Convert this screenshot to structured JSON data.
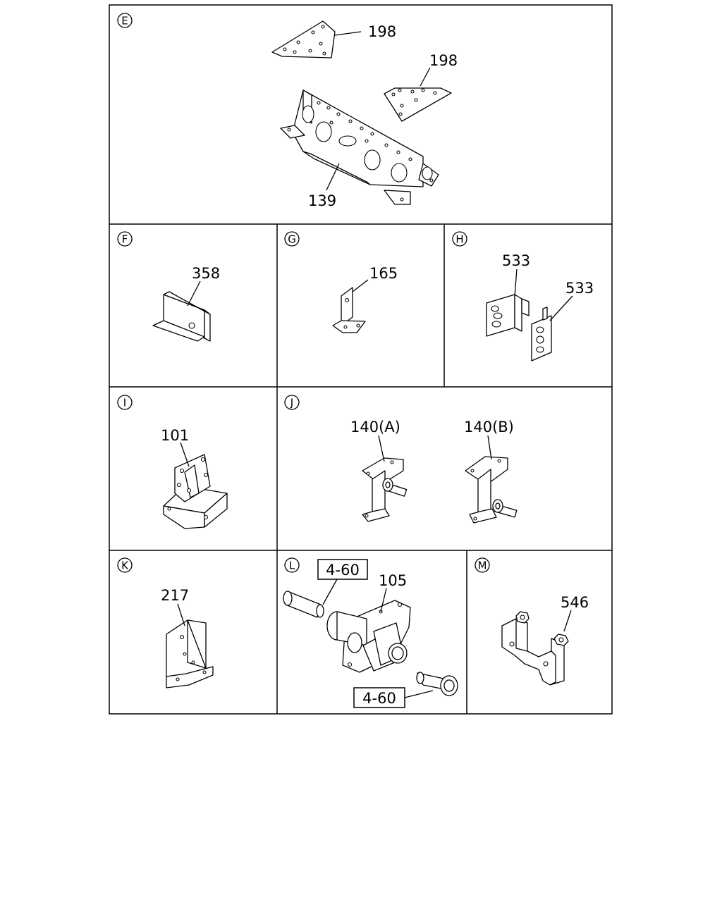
{
  "panels": [
    {
      "id": "E",
      "callouts": [
        "198",
        "198",
        "139"
      ]
    },
    {
      "id": "F",
      "callouts": [
        "358"
      ]
    },
    {
      "id": "G",
      "callouts": [
        "165"
      ]
    },
    {
      "id": "H",
      "callouts": [
        "533",
        "533"
      ]
    },
    {
      "id": "I",
      "callouts": [
        "101"
      ]
    },
    {
      "id": "J",
      "callouts": [
        "140(A)",
        "140(B)"
      ]
    },
    {
      "id": "K",
      "callouts": [
        "217"
      ]
    },
    {
      "id": "L",
      "callouts": [
        "4-60",
        "105",
        "4-60"
      ]
    },
    {
      "id": "M",
      "callouts": [
        "546"
      ]
    }
  ]
}
